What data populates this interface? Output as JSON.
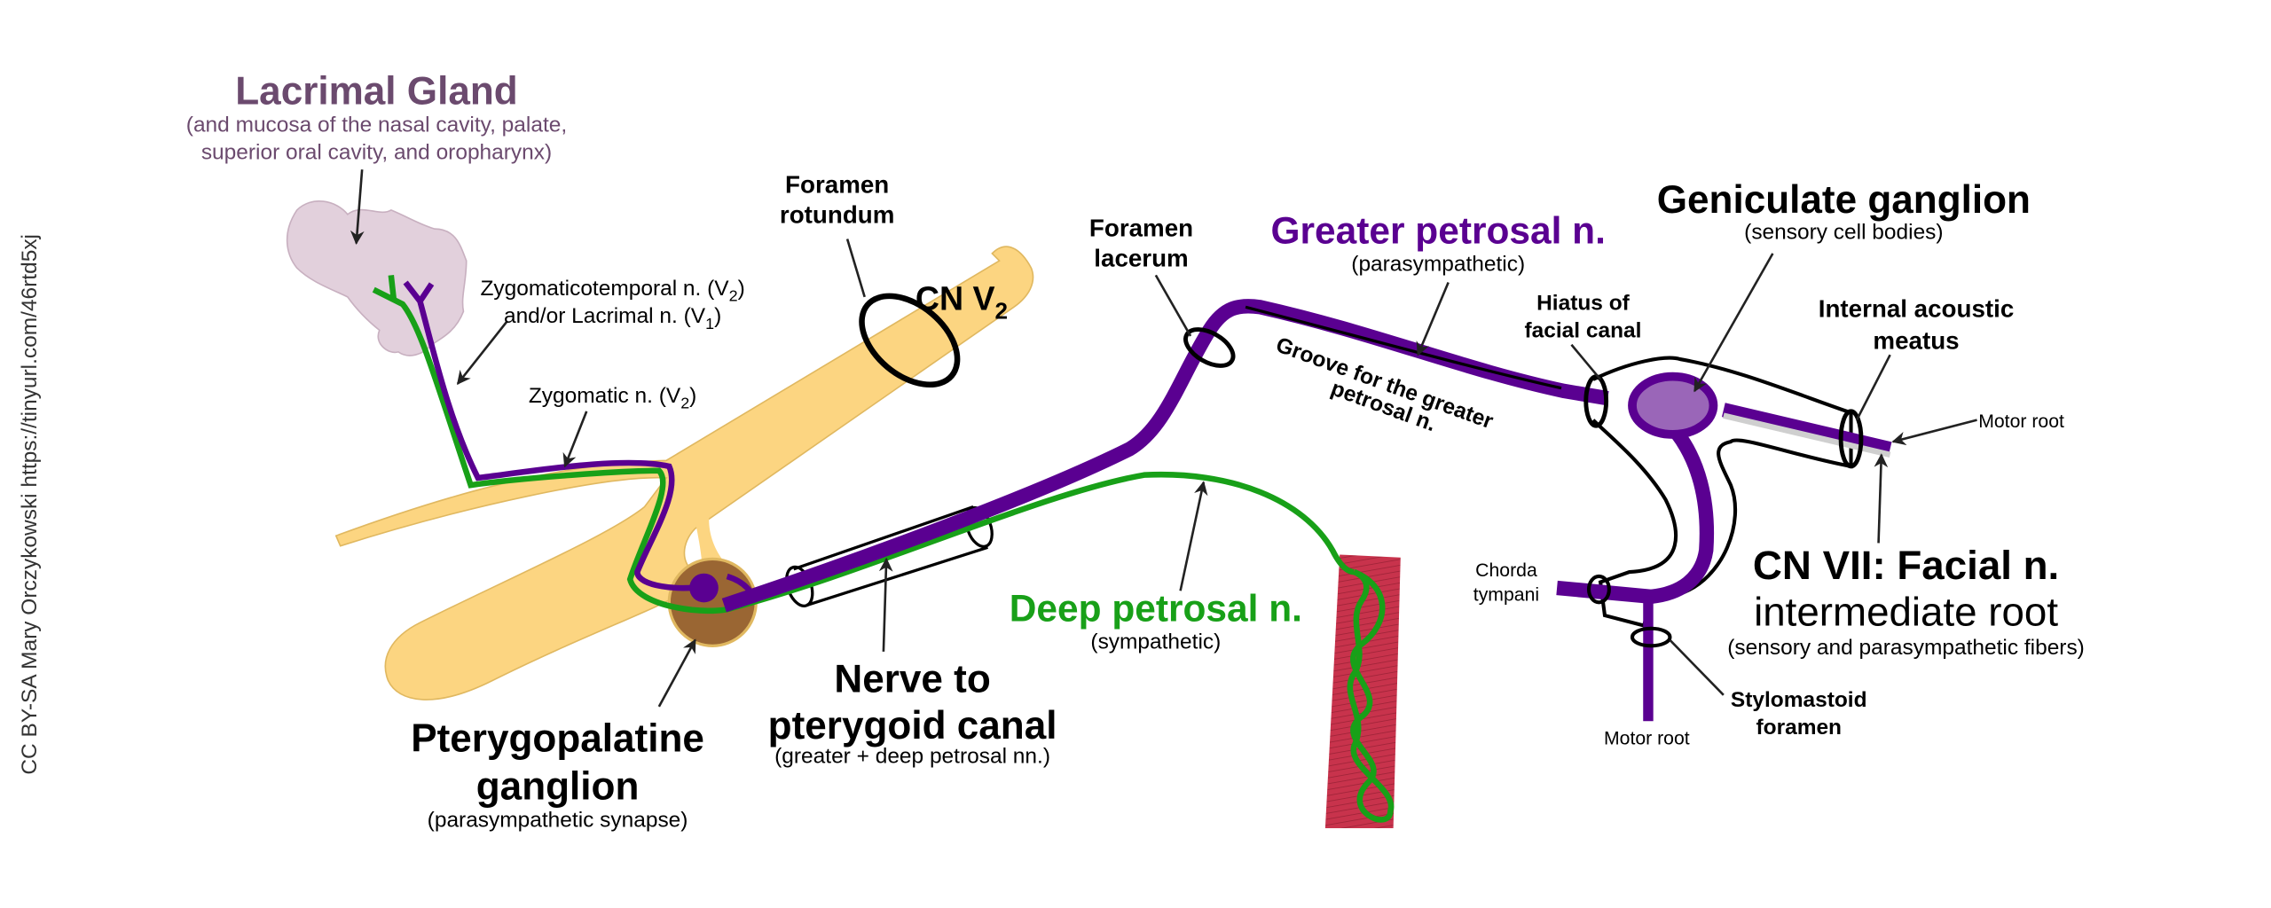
{
  "credit": "CC BY-SA Mary Orczykowski https://tinyurl.com/46rtd5xj",
  "colors": {
    "parasympathetic": "#5a0091",
    "sympathetic": "#18a018",
    "maxillary_nerve": "#fcd581",
    "lacrimal": "#6b4a6e",
    "ganglion": "#9a6633",
    "carotid": "#c8334c",
    "geniculate": "#9a66b8"
  },
  "labels": {
    "lacrimal_title": "Lacrimal Gland",
    "lacrimal_sub1": "(and mucosa of the nasal cavity, palate,",
    "lacrimal_sub2": "superior oral cavity, and oropharynx)",
    "zygomaticotemporal_1": "Zygomaticotemporal n. (V",
    "zygomaticotemporal_1_sub": "2",
    "zygomaticotemporal_1_end": ")",
    "zygomaticotemporal_2": "and/or Lacrimal n. (V",
    "zygomaticotemporal_2_sub": "1",
    "zygomaticotemporal_2_end": ")",
    "zygomatic": "Zygomatic n. (V",
    "zygomatic_sub": "2",
    "zygomatic_end": ")",
    "foramen_rotundum_1": "Foramen",
    "foramen_rotundum_2": "rotundum",
    "cn_v2": "CN V",
    "cn_v2_sub": "2",
    "foramen_lacerum_1": "Foramen",
    "foramen_lacerum_2": "lacerum",
    "greater_petrosal": "Greater petrosal n.",
    "greater_petrosal_sub": "(parasympathetic)",
    "groove_1": "Groove for the greater",
    "groove_2": "petrosal n.",
    "hiatus_1": "Hiatus of",
    "hiatus_2": "facial canal",
    "geniculate": "Geniculate ganglion",
    "geniculate_sub": "(sensory cell bodies)",
    "iam_1": "Internal acoustic",
    "iam_2": "meatus",
    "motor_root_right": "Motor root",
    "cn7_title": "CN VII: Facial n.",
    "cn7_sub1": "intermediate root",
    "cn7_sub2": "(sensory and parasympathetic fibers)",
    "chorda_1": "Chorda",
    "chorda_2": "tympani",
    "motor_root_bottom": "Motor root",
    "stylomastoid_1": "Stylomastoid",
    "stylomastoid_2": "foramen",
    "deep_petrosal": "Deep petrosal n.",
    "deep_petrosal_sub": "(sympathetic)",
    "ptc_1": "Nerve to",
    "ptc_2": "pterygoid canal",
    "ptc_sub": "(greater + deep petrosal nn.)",
    "ppg_1": "Pterygopalatine",
    "ppg_2": "ganglion",
    "ppg_sub": "(parasympathetic synapse)"
  }
}
